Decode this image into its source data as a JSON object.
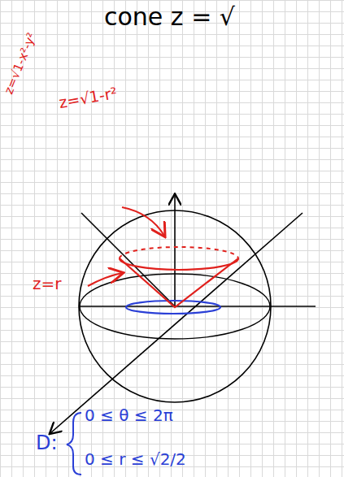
{
  "diagram": {
    "labels": [
      "cone z = √",
      "z=√1-x²-y²",
      "z=√1-r²",
      "z=r",
      "D:",
      "0 ≤ θ ≤ 2π",
      "0 ≤ r ≤ √2/2"
    ]
  }
}
